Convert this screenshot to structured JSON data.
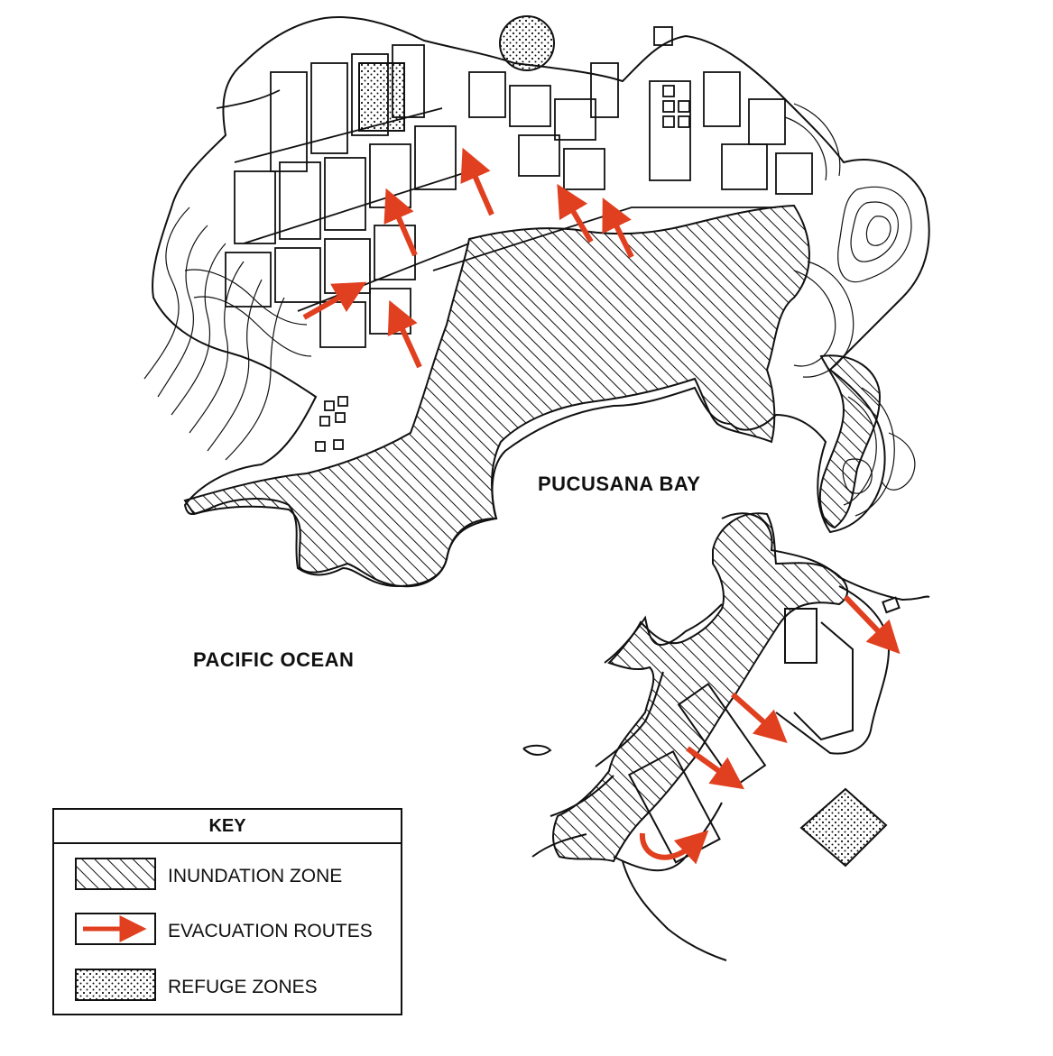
{
  "labels": {
    "bay": "PUCUSANA BAY",
    "ocean": "PACIFIC OCEAN"
  },
  "legend": {
    "title": "KEY",
    "items": [
      {
        "label": "INUNDATION ZONE",
        "pattern": "hatch"
      },
      {
        "label": "EVACUATION ROUTES",
        "pattern": "arrow"
      },
      {
        "label": "REFUGE ZONES",
        "pattern": "dots"
      }
    ]
  },
  "colors": {
    "arrow": "#e0401f",
    "ink": "#111111"
  },
  "icons": [
    "evacuation-arrow",
    "hatch-pattern",
    "dot-pattern"
  ]
}
